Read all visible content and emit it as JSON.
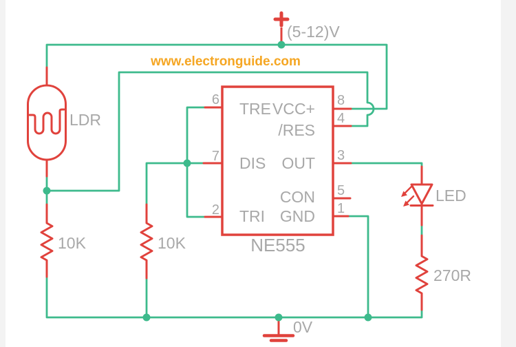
{
  "watermark": {
    "text": "www.electronguide.com",
    "color": "#f5a623"
  },
  "colors": {
    "wire": "#3dba8c",
    "part": "#e0423c",
    "label": "#a8a8a8",
    "background": "#ffffff"
  },
  "power": {
    "plus": "+",
    "label": "(5-12)V"
  },
  "ground": {
    "label": "0V"
  },
  "parts": {
    "ldr": {
      "label": "LDR"
    },
    "r1": {
      "label": "10K"
    },
    "r2": {
      "label": "10K"
    },
    "r3": {
      "label": "270R"
    },
    "led": {
      "label": "LED"
    },
    "ic": {
      "name": "NE555",
      "left_pins": [
        {
          "number": "6",
          "name": "TRE"
        },
        {
          "number": "7",
          "name": "DIS"
        },
        {
          "number": "2",
          "name": "TRI"
        }
      ],
      "right_pins": [
        {
          "number": "8",
          "name": "VCC+"
        },
        {
          "number": "4",
          "name": "/RES"
        },
        {
          "number": "3",
          "name": "OUT"
        },
        {
          "number": "5",
          "name": "CON"
        },
        {
          "number": "1",
          "name": "GND"
        }
      ]
    }
  }
}
